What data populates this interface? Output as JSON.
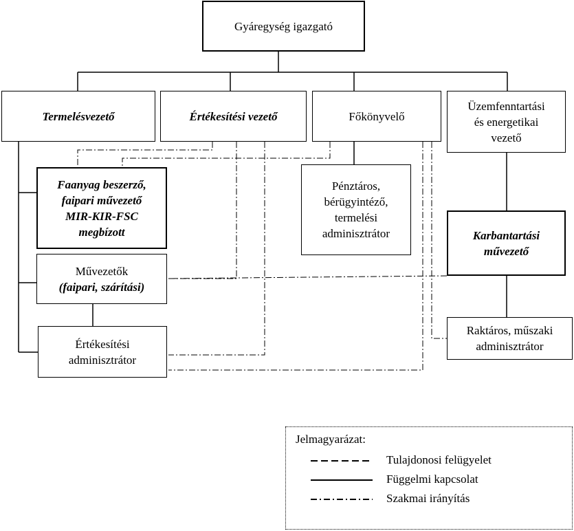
{
  "boxes": {
    "director": "Gyáregység igazgató",
    "production": "Termelésvezető",
    "sales": "Értékesítési vezető",
    "accountant": "Főkönyvelő",
    "maintenance_lines": [
      "Üzemfenntartási",
      "és energetikai",
      "vezető"
    ],
    "wood_lines": [
      "Faanyag beszerző,",
      "faipari művezető",
      "MIR-KIR-FSC",
      "megbízott"
    ],
    "cashier_lines": [
      "Pénztáros,",
      "bérügyintéző,",
      "termelési",
      "adminisztrátor"
    ],
    "foremen_line1": "Művezetők",
    "foremen_line2": "(faipari, szárítási)",
    "maint_foreman_lines": [
      "Karbantartási",
      "művezető"
    ],
    "sales_admin_lines": [
      "Értékesítési",
      "adminisztrátor"
    ],
    "warehouse_lines": [
      "Raktáros, műszaki",
      "adminisztrátor"
    ]
  },
  "legend": {
    "title": "Jelmagyarázat:",
    "items": [
      {
        "label": "Tulajdonosi felügyelet",
        "style": "dashed"
      },
      {
        "label": "Függelmi kapcsolat",
        "style": "solid"
      },
      {
        "label": "Szakmai irányítás",
        "style": "dash-dot"
      }
    ]
  }
}
